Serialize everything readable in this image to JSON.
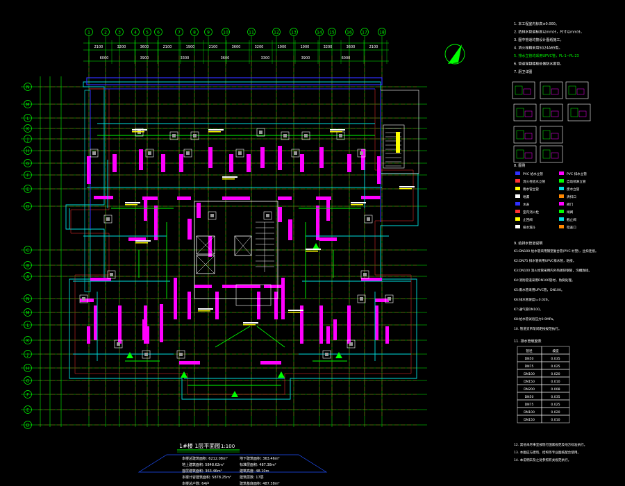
{
  "plan": {
    "title": "1#楼 1层平面图",
    "scale": "1:100"
  },
  "grid_top": {
    "labels": [
      "1",
      "2",
      "3",
      "4",
      "5",
      "6",
      "7",
      "8",
      "9",
      "10",
      "11",
      "12",
      "13",
      "14",
      "15",
      "16",
      "17",
      "18"
    ],
    "dims_row1": [
      "2100",
      "3200",
      "3600",
      "2100",
      "1900",
      "2100",
      "3600",
      "3200",
      "1900",
      "1900",
      "3200",
      "3600",
      "2100"
    ],
    "dims_row2": [
      "6000",
      "3900",
      "3300",
      "3600",
      "3300",
      "3900",
      "6000"
    ]
  },
  "grid_left": {
    "labels": [
      "N",
      "M",
      "L",
      "K",
      "J",
      "H",
      "G",
      "F",
      "E",
      "D",
      "C",
      "B",
      "A"
    ]
  },
  "legend": {
    "notes_header": [
      "1. 本工程室内标高±0.000。",
      "2. 给排水管道标高以mm计，尺寸以mm计。",
      "3. 图中管道均按设计图纸施工。",
      "4. 消火栓箱采用SG24A65型。",
      "5. 排水立管均采用UPVC管，PL-1~PL-23",
      "6. 管道穿越楼板处做防水套管。",
      "7. 厨卫详图"
    ],
    "symbols_title": "8. 图例",
    "symbols": [
      "PVC 给水立管",
      "PVC 排水立管",
      "消火栓给水立管",
      "自动喷淋立管",
      "雨水管立管",
      "废水立管",
      "地漏",
      "清扫口",
      "水表",
      "阀门",
      "室内消火栓",
      "闸阀",
      "止回阀",
      "截止阀",
      "排水漏斗",
      "检查口"
    ],
    "notes2_title": "9. 给排水管道说明",
    "notes2": [
      "K1:DN100 给水管采用钢塑复合管(PVC 衬塑)，丝扣连接。",
      "K2:DN75 排水管采用UPVC排水管，粘接。",
      "K3:DN100 消火栓管采用内外热镀锌钢管，沟槽连接。",
      "K4:消防管道采用DN100管材，防腐处理。",
      "K5:雨水管采用UPVC管，DN100。",
      "K6:排水管坡度i=0.026。",
      "K7:通气管DN100。",
      "K8:给水管试验压力0.9MPa。",
      "10. 管道支吊架间距按规范执行。"
    ],
    "table_title": "11. 排水管坡度表",
    "table_rows": [
      [
        "管径",
        "坡度"
      ],
      [
        "DN50",
        "0.035"
      ],
      [
        "DN75",
        "0.025"
      ],
      [
        "DN100",
        "0.020"
      ],
      [
        "DN150",
        "0.010"
      ],
      [
        "DN200",
        "0.008"
      ],
      [
        "DN50",
        "0.035"
      ],
      [
        "DN75",
        "0.025"
      ],
      [
        "DN100",
        "0.020"
      ],
      [
        "DN150",
        "0.010"
      ]
    ],
    "footer_notes": [
      "12. 其他未尽事宜按现行国家规范及地方标准执行。",
      "13. 本图应与建筑、结构等专业图纸配合使用。",
      "14. 本说明未及之处参照有关规范执行。"
    ]
  },
  "stats": {
    "left": [
      [
        "本楼总建筑面积:",
        "6212.08m²"
      ],
      [
        "地上建筑面积:",
        "5848.62m²"
      ],
      [
        "首层建筑面积:",
        "363.46m²"
      ],
      [
        "本楼计容建筑面积:",
        "5878.25m²"
      ],
      [
        "本楼总户数:",
        "64户"
      ]
    ],
    "right": [
      [
        "地下建筑面积:",
        "363.46m²"
      ],
      [
        "标准层面积:",
        "487.38m²"
      ],
      [
        "建筑高度:",
        "48.10m"
      ],
      [
        "建筑层数:",
        "17层"
      ],
      [
        "建筑基底面积:",
        "487.38m²"
      ]
    ]
  },
  "colors": {
    "background": "#000000",
    "wall": "#ff00ff",
    "grid": "#00ff00",
    "axis": "#ff3030",
    "pipe_blue": "#3030ff",
    "text_white": "#ffffff",
    "text_yellow": "#ffff00",
    "cyan": "#00e0e0"
  },
  "icons": [
    "north-arrow-icon",
    "stair-icon",
    "elevator-icon"
  ]
}
